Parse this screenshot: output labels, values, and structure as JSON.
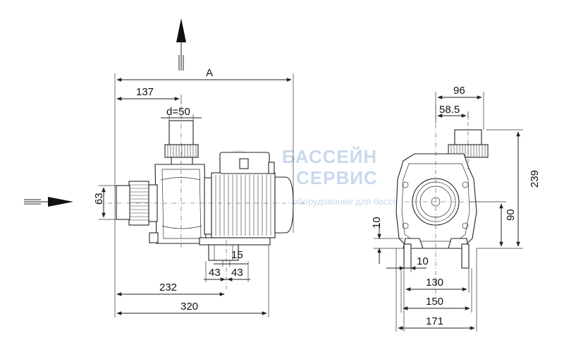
{
  "watermark": {
    "line1": "БАССЕЙН",
    "line2": "СЕРВИС",
    "line3": "продажа и монтаж оборудования для бассейнов",
    "color": "#c9d9ee"
  },
  "side_view": {
    "dim_A": "A",
    "dim_137": "137",
    "dim_d50": "d=50",
    "dim_63": "63",
    "dim_15": "15",
    "dim_43_left": "43",
    "dim_43_right": "43",
    "dim_232": "232",
    "dim_320": "320",
    "flow_in_icon": "arrow-right-icon",
    "flow_out_icon": "arrow-up-icon"
  },
  "front_view": {
    "dim_96": "96",
    "dim_58_5": "58.5",
    "dim_239": "239",
    "dim_90": "90",
    "dim_10_vertical": "10",
    "dim_10_horizontal": "10",
    "dim_130": "130",
    "dim_150": "150",
    "dim_171": "171"
  }
}
